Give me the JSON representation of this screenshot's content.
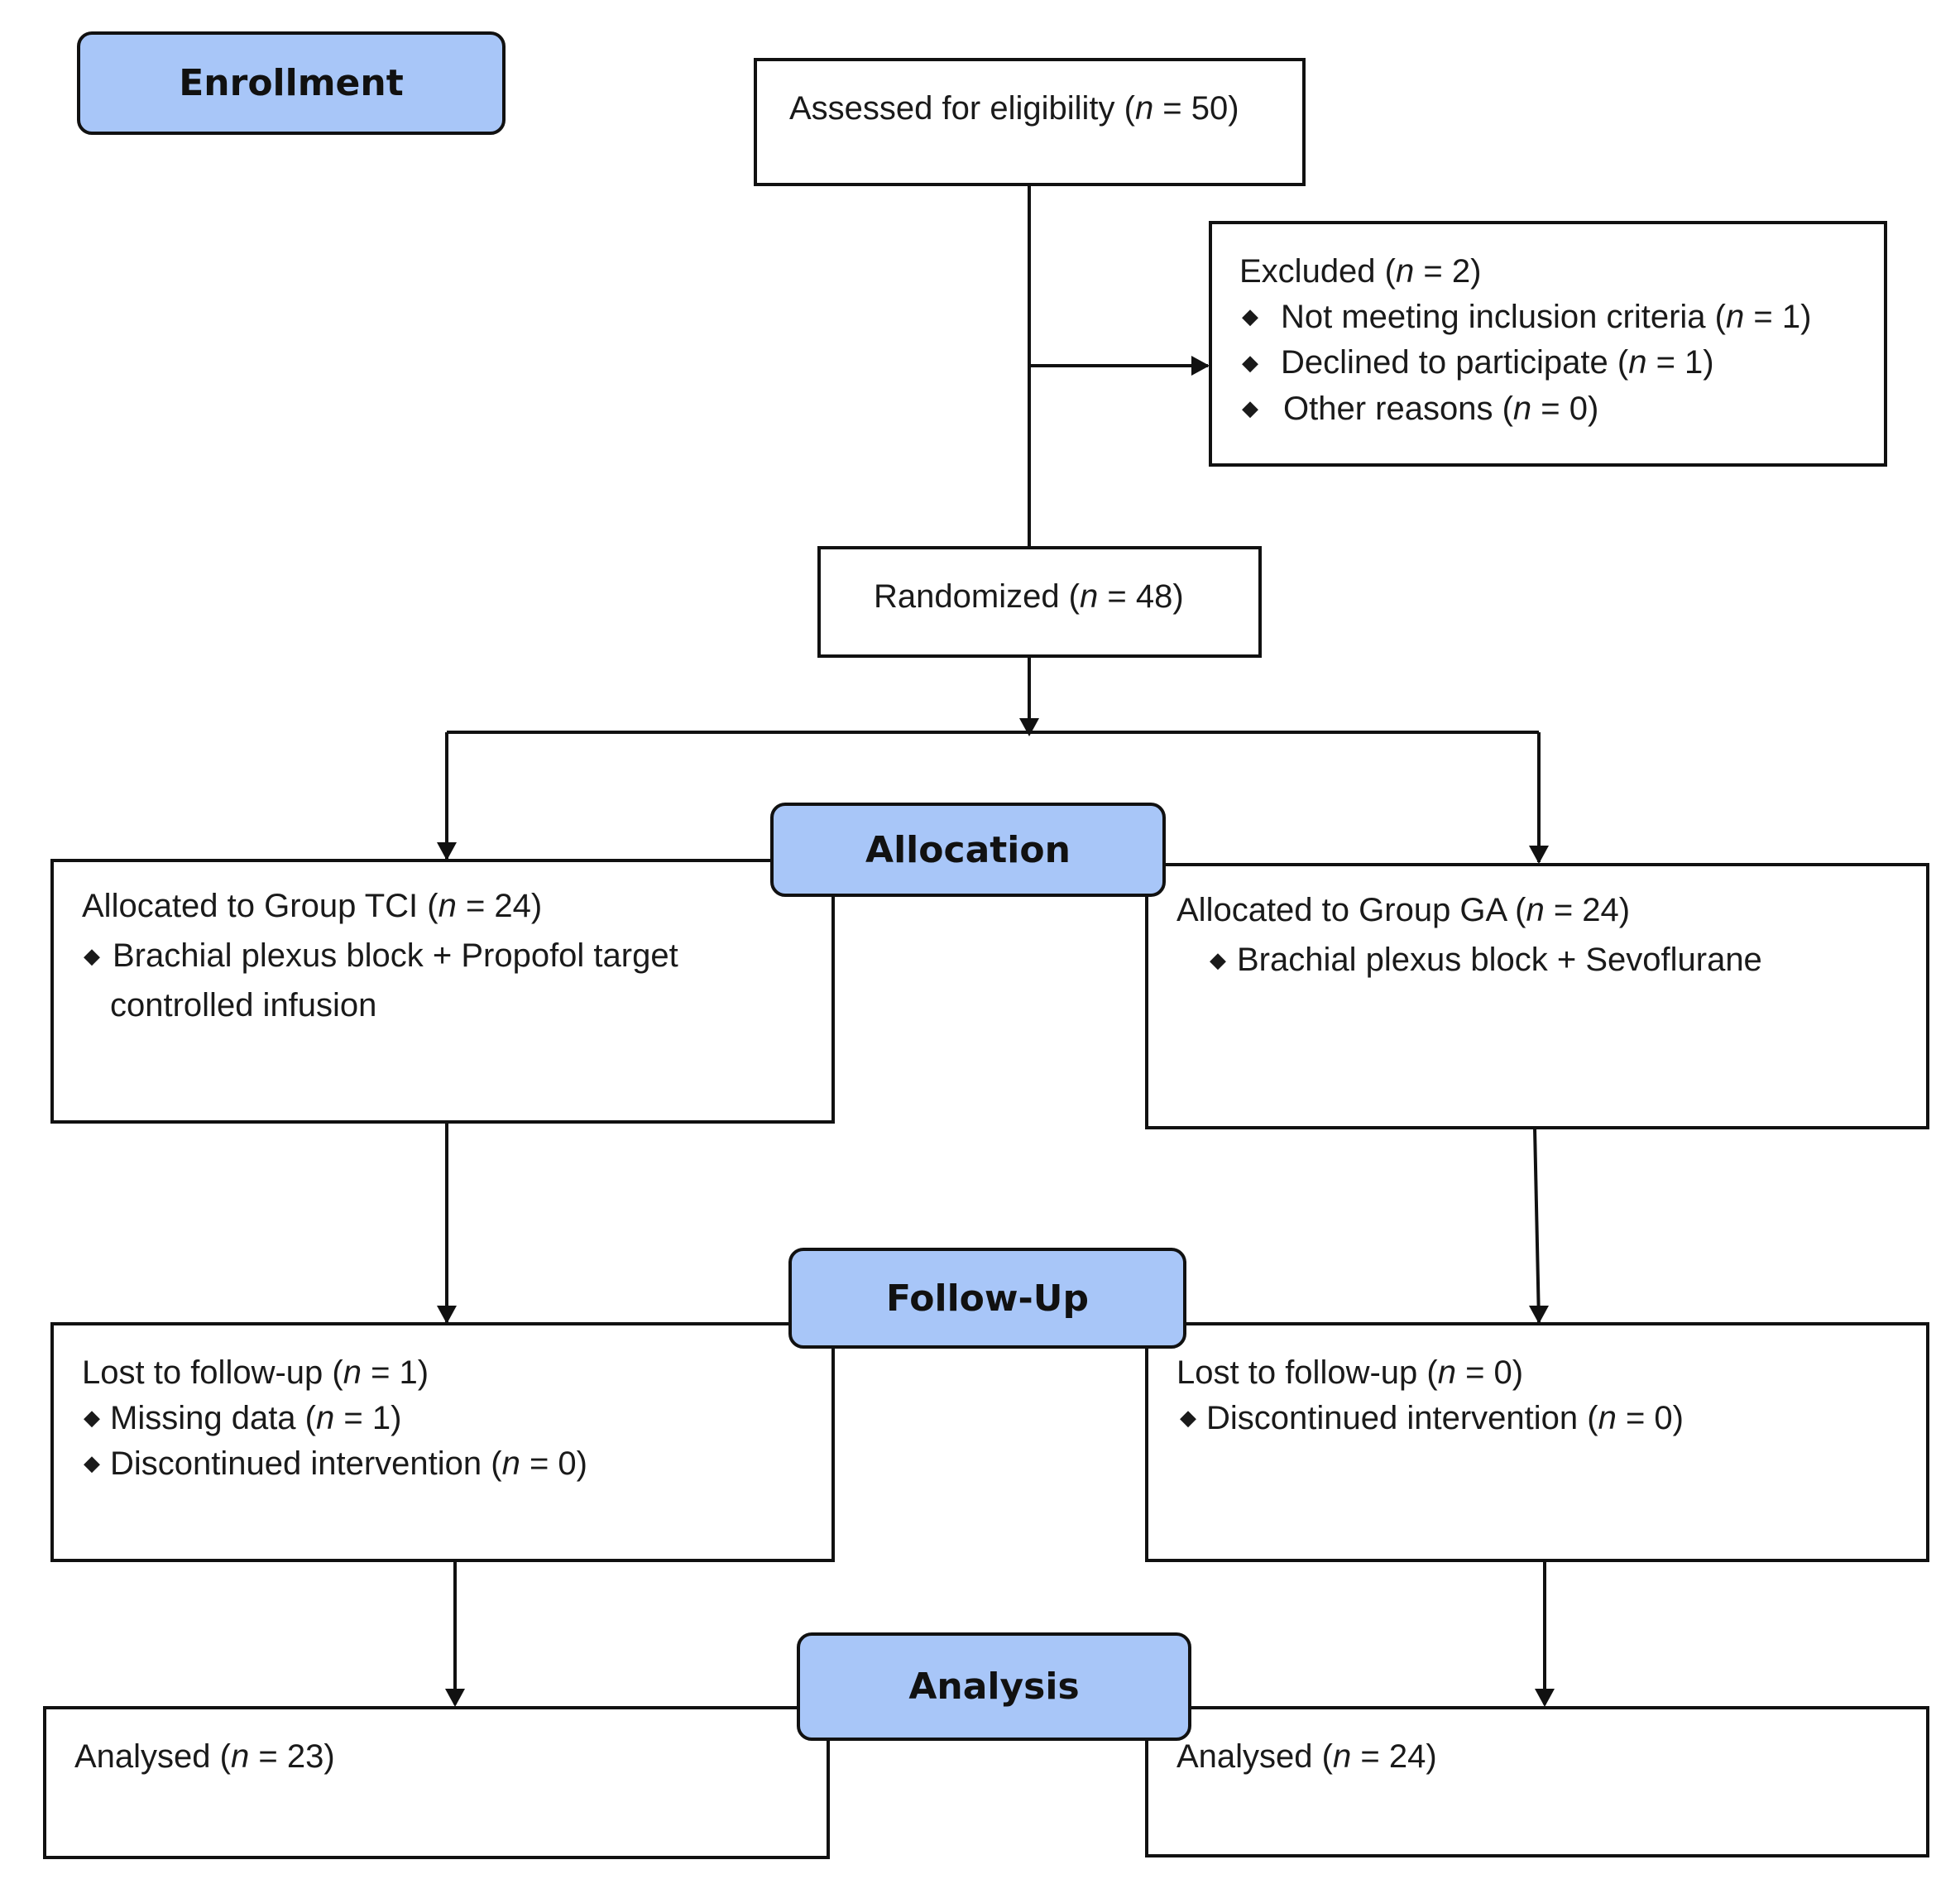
{
  "stages": {
    "enrollment": "Enrollment",
    "allocation": "Allocation",
    "follow_up": "Follow-Up",
    "analysis": "Analysis"
  },
  "symbols": {
    "n": "n",
    "bullet": "◆"
  },
  "assessed": {
    "pre": "Assessed for eligibility (",
    "post": " = 50)"
  },
  "excluded": {
    "title": {
      "pre": "Excluded (",
      "post": " = 2)"
    },
    "items": [
      {
        "pre": "Not meeting inclusion criteria (",
        "post": " = 1)"
      },
      {
        "pre": "Declined to participate (",
        "post": " = 1)"
      },
      {
        "pre": "Other reasons (",
        "post": " = 0)"
      }
    ]
  },
  "randomized": {
    "pre": "Randomized (",
    "post": " = 48)"
  },
  "alloc_tci": {
    "title": {
      "pre": "Allocated to Group TCI (",
      "post": " = 24)"
    },
    "item_line1": "Brachial plexus block + Propofol target",
    "item_line2": "controlled infusion"
  },
  "alloc_ga": {
    "title": {
      "pre": "Allocated to Group GA (",
      "post": " = 24)"
    },
    "item": "Brachial plexus block + Sevoflurane"
  },
  "follow_tci": {
    "title": {
      "pre": "Lost to follow-up (",
      "post": " = 1)"
    },
    "items": [
      {
        "pre": "Missing data (",
        "post": " = 1)"
      },
      {
        "pre": "Discontinued intervention (",
        "post": " = 0)"
      }
    ]
  },
  "follow_ga": {
    "title": {
      "pre": "Lost to follow-up (",
      "post": " = 0)"
    },
    "items": [
      {
        "pre": "Discontinued intervention (",
        "post": " = 0)"
      }
    ]
  },
  "analysis_tci": {
    "pre": "Analysed (",
    "post": " = 23)"
  },
  "analysis_ga": {
    "pre": "Analysed (",
    "post": " = 24)"
  }
}
